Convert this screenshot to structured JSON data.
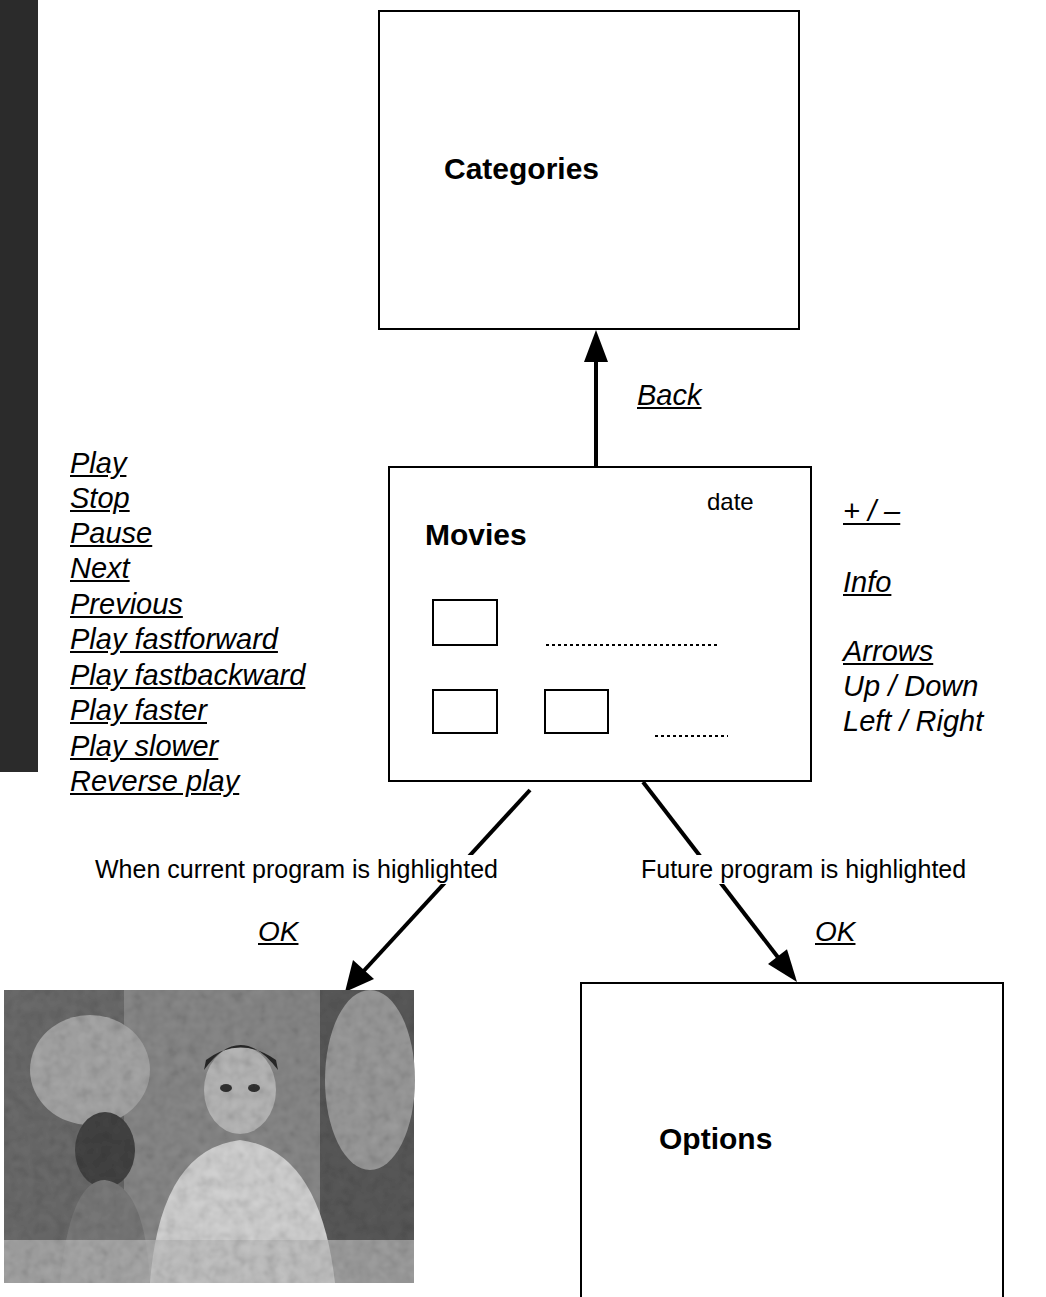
{
  "diagram": {
    "nodes": [
      {
        "text": [
          "Categories"
        ]
      },
      {
        "text": [
          "Movies",
          "date"
        ]
      },
      {
        "text": [
          "Options"
        ]
      }
    ],
    "edges": [
      {
        "from": 1,
        "to": 0,
        "arrow": "to",
        "label": "Back"
      },
      {
        "from": 1,
        "to": 2,
        "arrow": "to",
        "label": "OK"
      }
    ],
    "labels": [
      "Play",
      "Stop",
      "Pause",
      "Next",
      "Previous",
      "Play fastforward",
      "Play fastbackward",
      "Play faster",
      "Play slower",
      "Reverse play",
      "+ / –",
      "Info",
      "Arrows",
      "Up / Down",
      "Left / Right",
      "When current program is highlighted",
      "OK",
      "Future program is highlighted"
    ]
  }
}
